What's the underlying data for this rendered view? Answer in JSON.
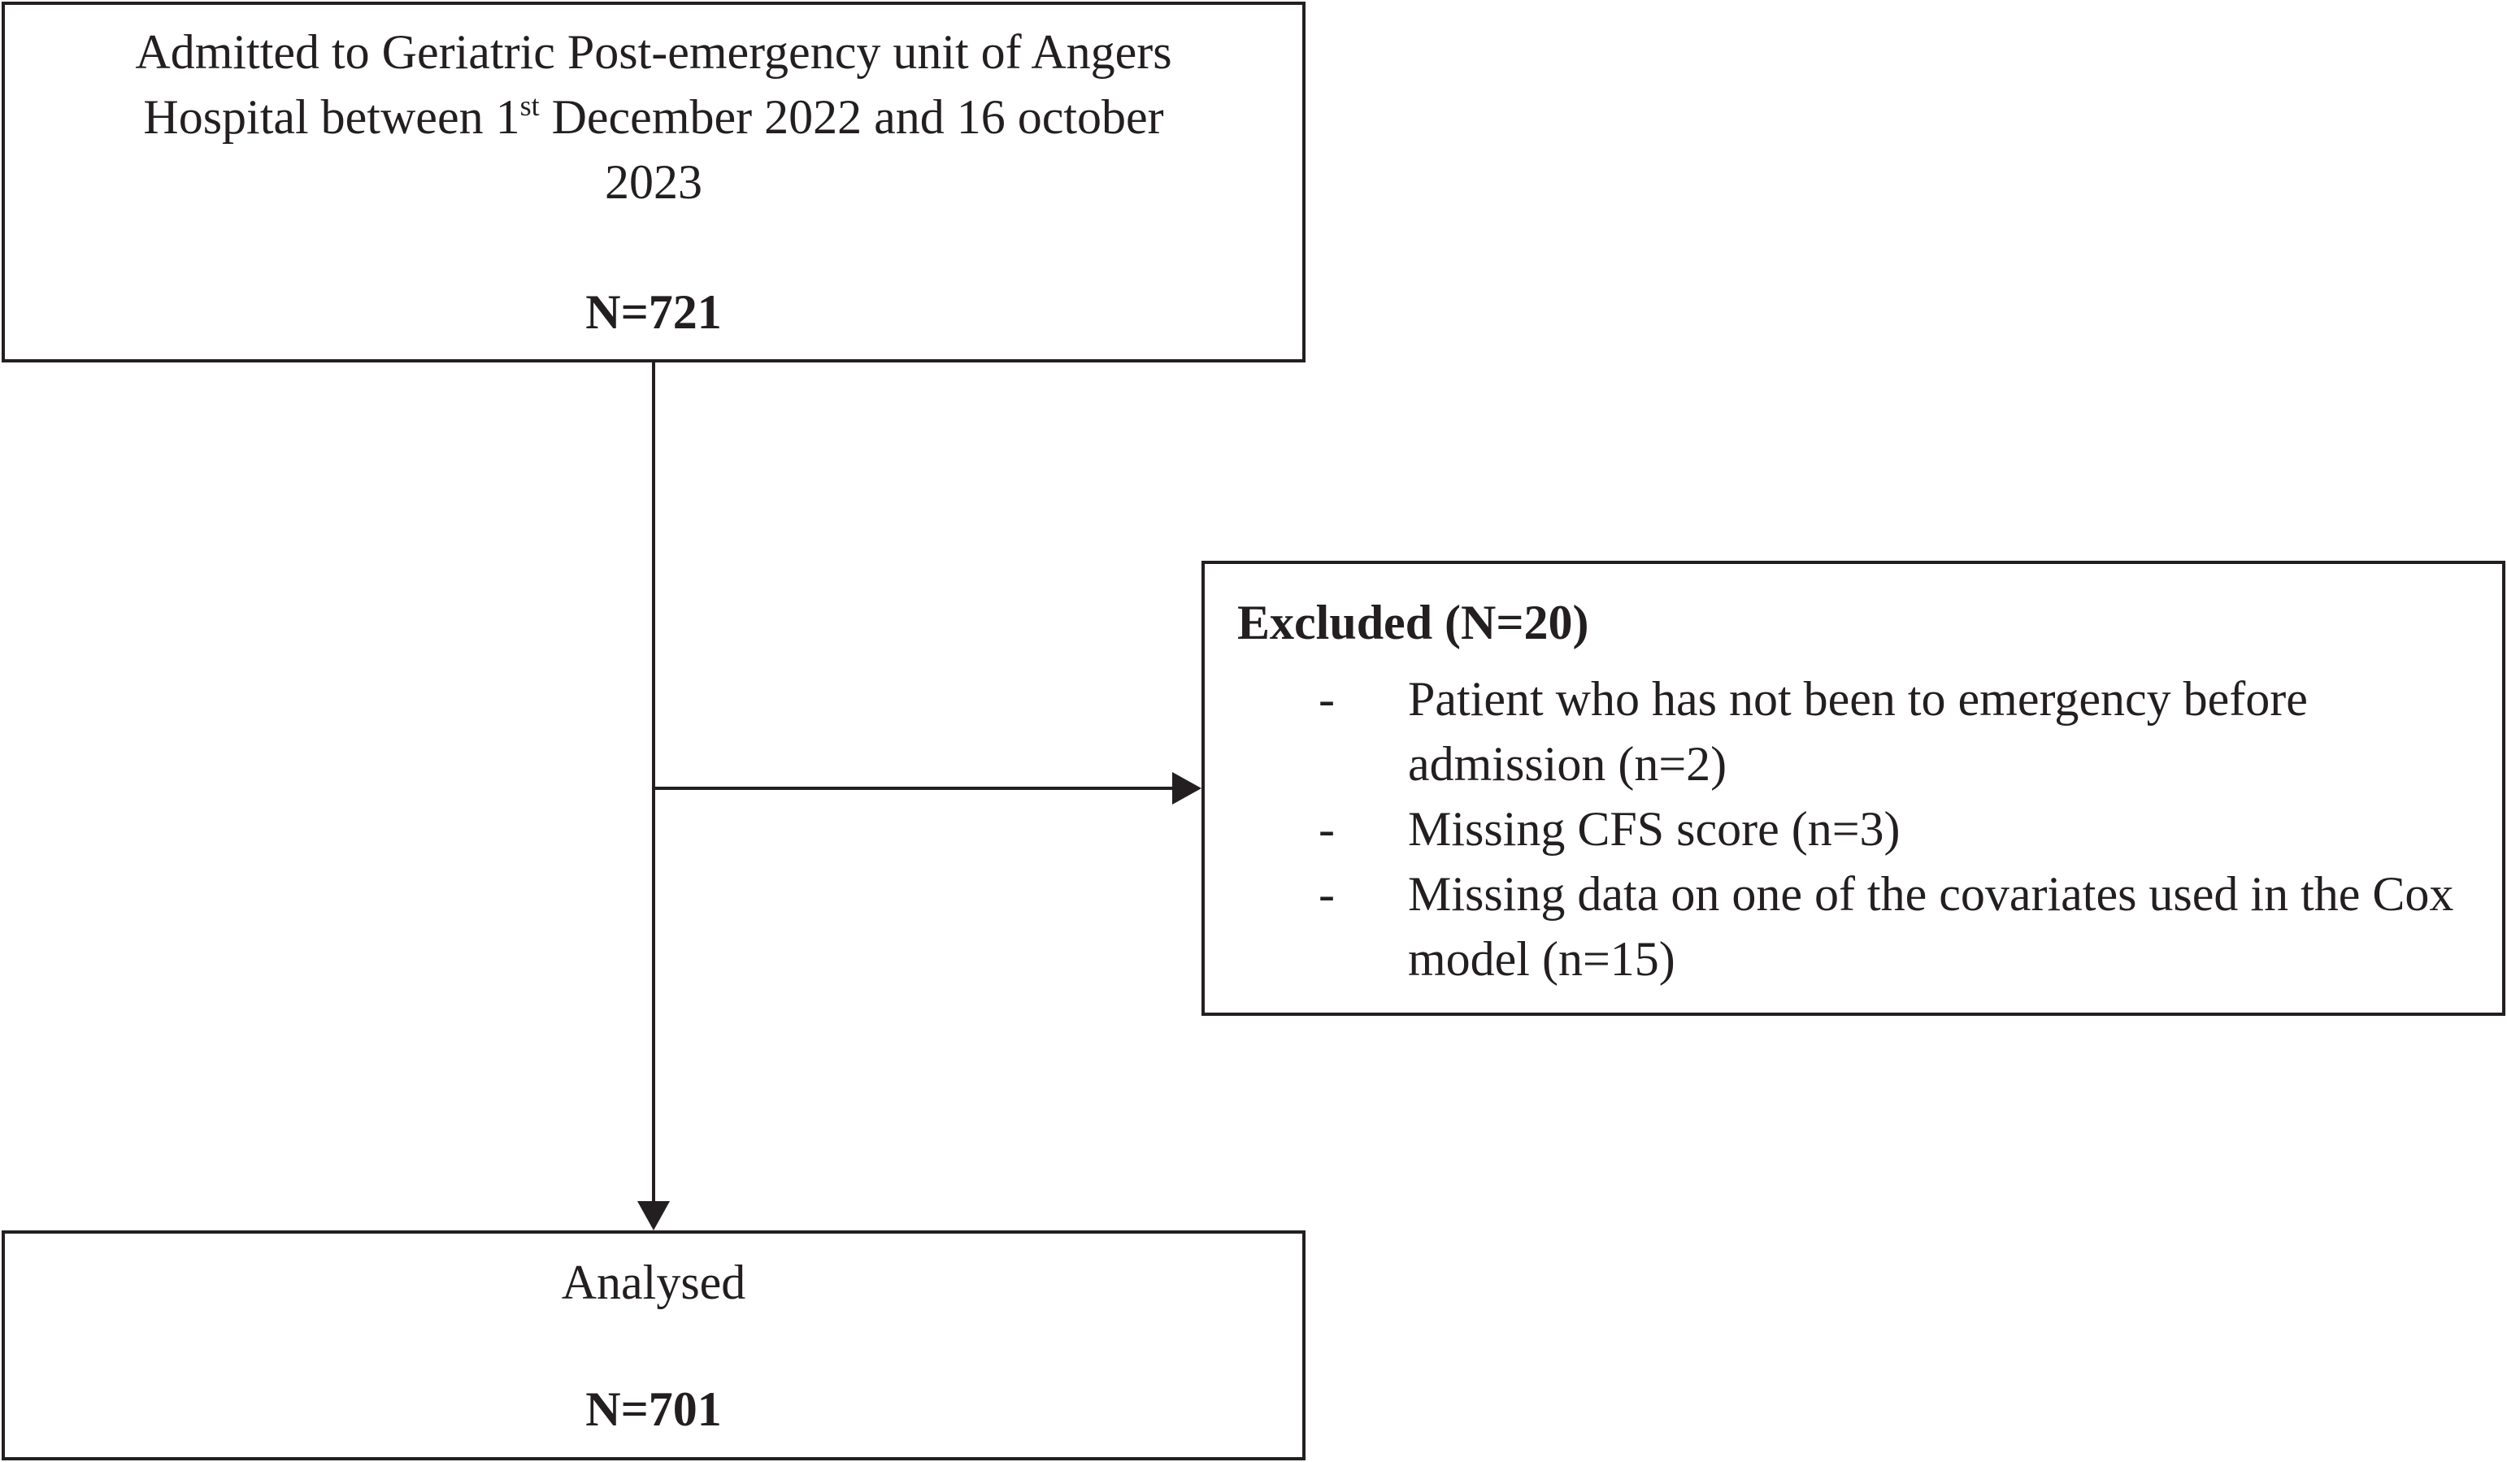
{
  "top_box": {
    "line1": "Admitted to Geriatric Post-emergency unit of Angers",
    "line2_before": "Hospital between 1",
    "line2_sup": "st",
    "line2_after": " December 2022 and 16 october",
    "line3": "2023",
    "count": "N=721"
  },
  "excluded_box": {
    "title": "Excluded (N=20)",
    "bullet": "-",
    "items": [
      "Patient who has not been to emergency before admission (n=2)",
      "Missing CFS score (n=3)",
      "Missing data on one of the covariates used in the Cox model (n=15)"
    ]
  },
  "bottom_box": {
    "label": "Analysed",
    "count": "N=701"
  },
  "colors": {
    "stroke": "#231f20",
    "background": "#ffffff"
  }
}
